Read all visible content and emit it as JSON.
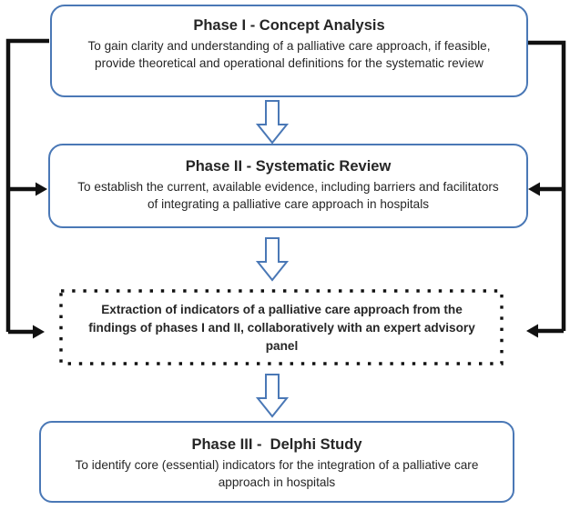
{
  "colors": {
    "accent_blue": "#4a78b6",
    "connector_black": "#111111",
    "text": "#262626",
    "background": "#ffffff"
  },
  "boxes": [
    {
      "title": "Phase I - Concept Analysis",
      "body": "To gain clarity and understanding of a palliative care approach, if feasible, provide theoretical and operational definitions for the systematic review",
      "border": "solid-blue"
    },
    {
      "title": "Phase II - Systematic Review",
      "body": "To establish the current, available evidence, including barriers and facilitators of integrating a palliative care approach in hospitals",
      "border": "solid-blue"
    },
    {
      "title": "",
      "body": "Extraction of indicators of a palliative care approach from the findings of phases I and II, collaboratively with an expert advisory panel",
      "border": "dotted-black"
    },
    {
      "title": "Phase III -  Delphi Study",
      "body": "To identify core (essential) indicators for the integration of a palliative care approach in hospitals",
      "border": "solid-blue"
    }
  ]
}
